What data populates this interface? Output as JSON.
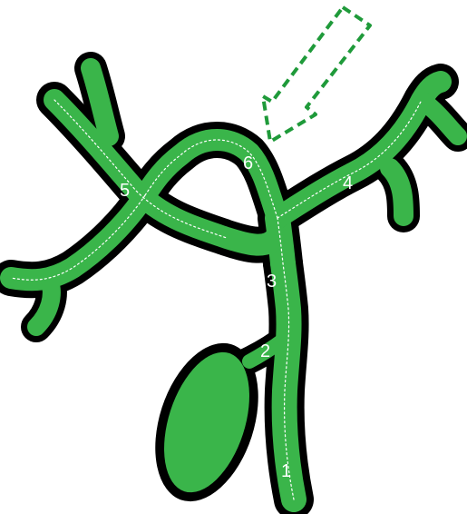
{
  "labels": {
    "segment_1": "1",
    "segment_2": "2",
    "segment_3": "3",
    "segment_4": "4",
    "segment_5": "5",
    "segment_6": "6"
  },
  "colors": {
    "duct_fill": "#3ab54a",
    "duct_outline": "#000000",
    "arrow": "#1f9a3a",
    "label_text": "#ffffff"
  }
}
